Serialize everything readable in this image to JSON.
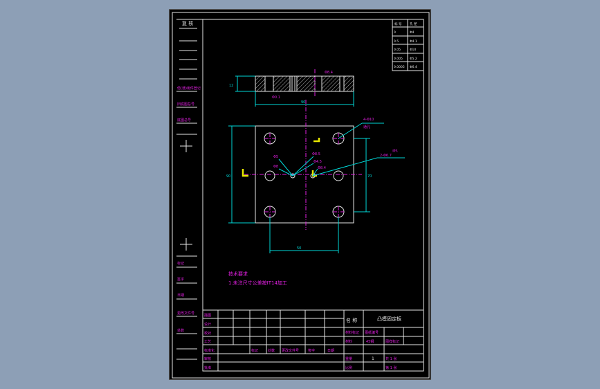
{
  "drawing": {
    "left_panel_header": "复 核",
    "left_labels": [
      "借(通)用件登记",
      "旧底图总号",
      "底图总号",
      "标记",
      "签字",
      "日期",
      "更改文件号",
      "处数"
    ],
    "table_top_right": {
      "headers": [
        "标 号",
        "孔 径"
      ],
      "rows": [
        [
          "0",
          "Φ4"
        ],
        [
          "0.5",
          "Φ4.1"
        ],
        [
          "0.05",
          "Φ10"
        ],
        [
          "0.005",
          "Φ5.2"
        ],
        [
          "0.0005",
          "Φ6.4"
        ]
      ]
    },
    "dimensions": {
      "thickness": "12",
      "width_top": "90",
      "height_left": "90",
      "width_bottom": "50",
      "height_right": "70",
      "hole_note_1": "4-Φ10",
      "hole_note_1b": "通孔",
      "hole_note_2": "2-Φ6.7",
      "hole_note_2b": "通孔",
      "d1": "Φ5",
      "d2": "Φ8",
      "d3": "Φ8.5",
      "d4": "Φ4.5",
      "d5": "Φ8.4",
      "d6": "Φ0.1"
    },
    "tech_req_title": "技术要求",
    "tech_req_line": "1.未注尺寸公差按IT14加工",
    "title_block": {
      "part_name": "凸模固定板",
      "name_label": "名 称",
      "left_rows": [
        "描图",
        "设计",
        "校对",
        "工艺",
        "标准化",
        "审核",
        "批准"
      ],
      "bottom_cols": [
        "标记",
        "处数",
        "更改文件号",
        "签字",
        "日期"
      ],
      "right_labels": [
        "材料标记",
        "图纸编号",
        "材料",
        "45钢",
        "图样标记",
        "重量",
        "比例",
        "1",
        "共 1 张",
        "第 1 张"
      ]
    }
  }
}
